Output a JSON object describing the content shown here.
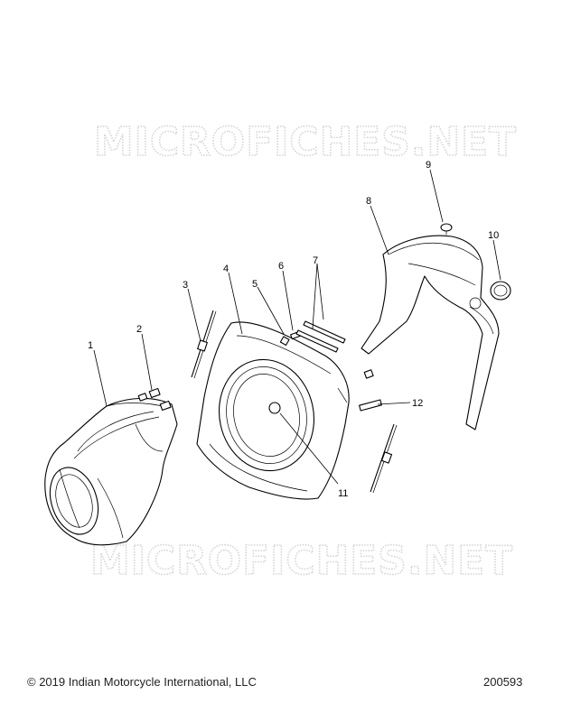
{
  "watermark": "MICROFICHES.NET",
  "callouts": [
    "1",
    "2",
    "3",
    "4",
    "5",
    "6",
    "7",
    "8",
    "9",
    "10",
    "11",
    "12"
  ],
  "footer": {
    "copyright": "© 2019 Indian Motorcycle International, LLC",
    "doc_number": "200593"
  }
}
